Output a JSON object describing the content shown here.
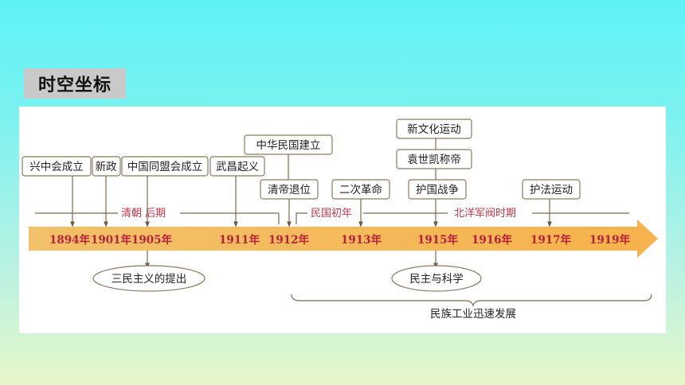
{
  "header": {
    "title": "时空坐标"
  },
  "timeline": {
    "years": [
      "1894年",
      "1901年",
      "1905年",
      "1911年",
      "1912年",
      "1913年",
      "1915年",
      "1916年",
      "1917年",
      "1919年"
    ],
    "periods": [
      "清朝 后期",
      "民国初年",
      "北洋军阀时期"
    ],
    "events": {
      "xingzhonghui": "兴中会成立",
      "xinzheng": "新政",
      "tongmenghui": "中国同盟会成立",
      "wuchang": "武昌起义",
      "zhonghua": "中华民国建立",
      "qingdi": "清帝退位",
      "erci": "二次革命",
      "xinwenhua": "新文化运动",
      "yuanshikai": "袁世凯称帝",
      "huguo": "护国战争",
      "hufa": "护法运动"
    },
    "outcomes": {
      "sanmin": "三民主义的提出",
      "minzhu": "民主与科学"
    },
    "industry": "民族工业迅速发展"
  }
}
